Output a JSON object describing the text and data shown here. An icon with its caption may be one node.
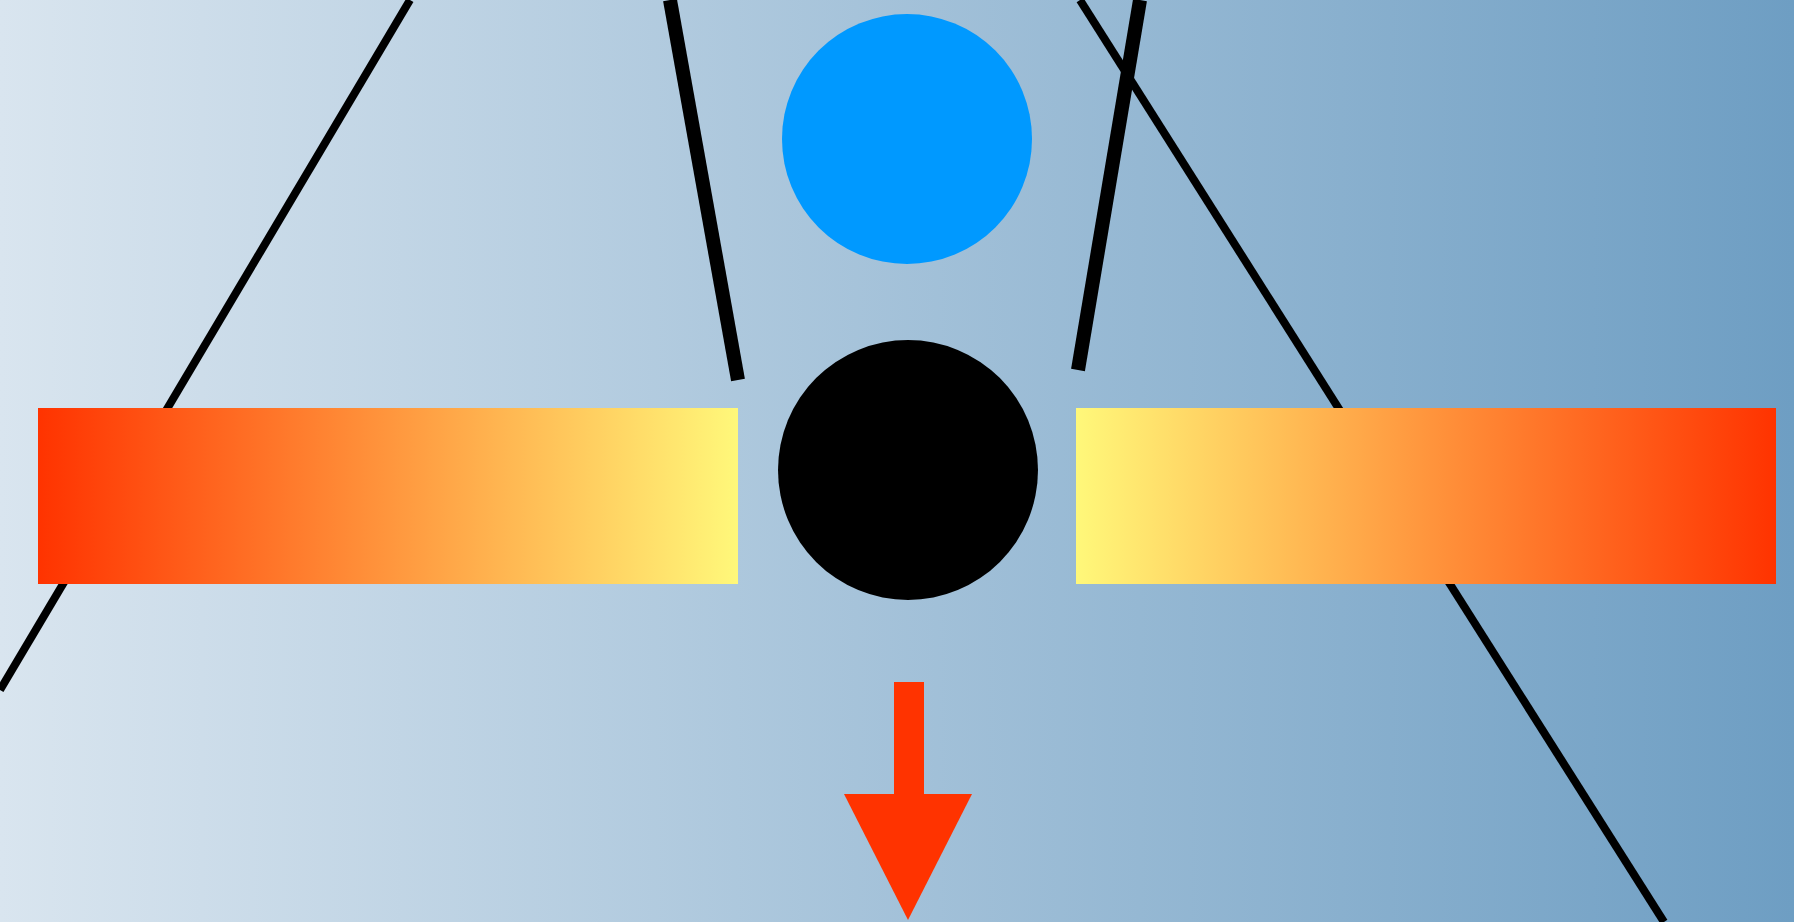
{
  "diagram": {
    "nodes": [
      {
        "text": [],
        "shape": "circle"
      },
      {
        "text": [],
        "shape": "bar"
      },
      {
        "text": [],
        "shape": "circle"
      },
      {
        "text": [],
        "shape": "bar"
      }
    ]
  }
}
